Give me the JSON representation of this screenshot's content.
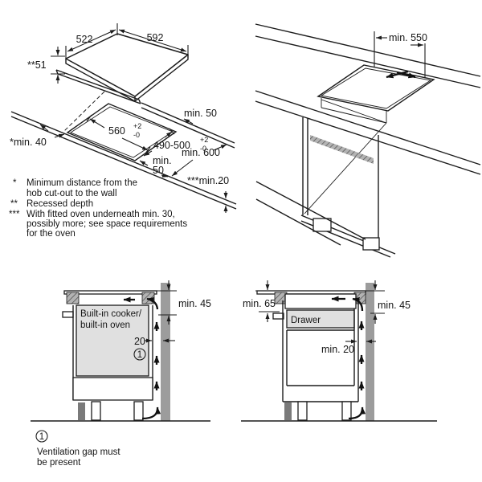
{
  "top_left": {
    "dim_522": "522",
    "dim_592": "592",
    "dim_51": "**51",
    "width": {
      "v": "560",
      "sup": "+2",
      "sub": "-0"
    },
    "depth": {
      "v": "490-500",
      "sup": "+2",
      "sub": "-0"
    },
    "min50_back": "min. 50",
    "min40": "*min. 40",
    "min50_front_l1": "min.",
    "min50_front_l2": "50",
    "min600": "min. 600",
    "min20": "***min.20"
  },
  "footnotes": {
    "f1_marker": "*",
    "f1_l1": "Minimum distance from the",
    "f1_l2": "hob cut-out to the wall",
    "f2_marker": "**",
    "f2_l1": "Recessed depth",
    "f3_marker": "***",
    "f3_l1": "With fitted oven underneath min. 30,",
    "f3_l2": "possibly more; see space requirements",
    "f3_l3": "for the oven"
  },
  "top_right": {
    "min550": "min. 550"
  },
  "bottom_left": {
    "label_l1": "Built-in cooker/",
    "label_l2": "built-in oven",
    "min45": "min. 45",
    "gap20": "20",
    "note_num": "1"
  },
  "bottom_right": {
    "label": "Drawer",
    "min65": "min. 65",
    "min45": "min. 45",
    "min20": "min. 20"
  },
  "caption": {
    "num": "1",
    "l1": "Ventilation gap must",
    "l2": "be present"
  },
  "colors": {
    "line": "#1c1c1c",
    "wall_gray": "#9c9c9c",
    "appliance_gray": "#e0e0e0",
    "dark_gray": "#7a7a7a"
  }
}
